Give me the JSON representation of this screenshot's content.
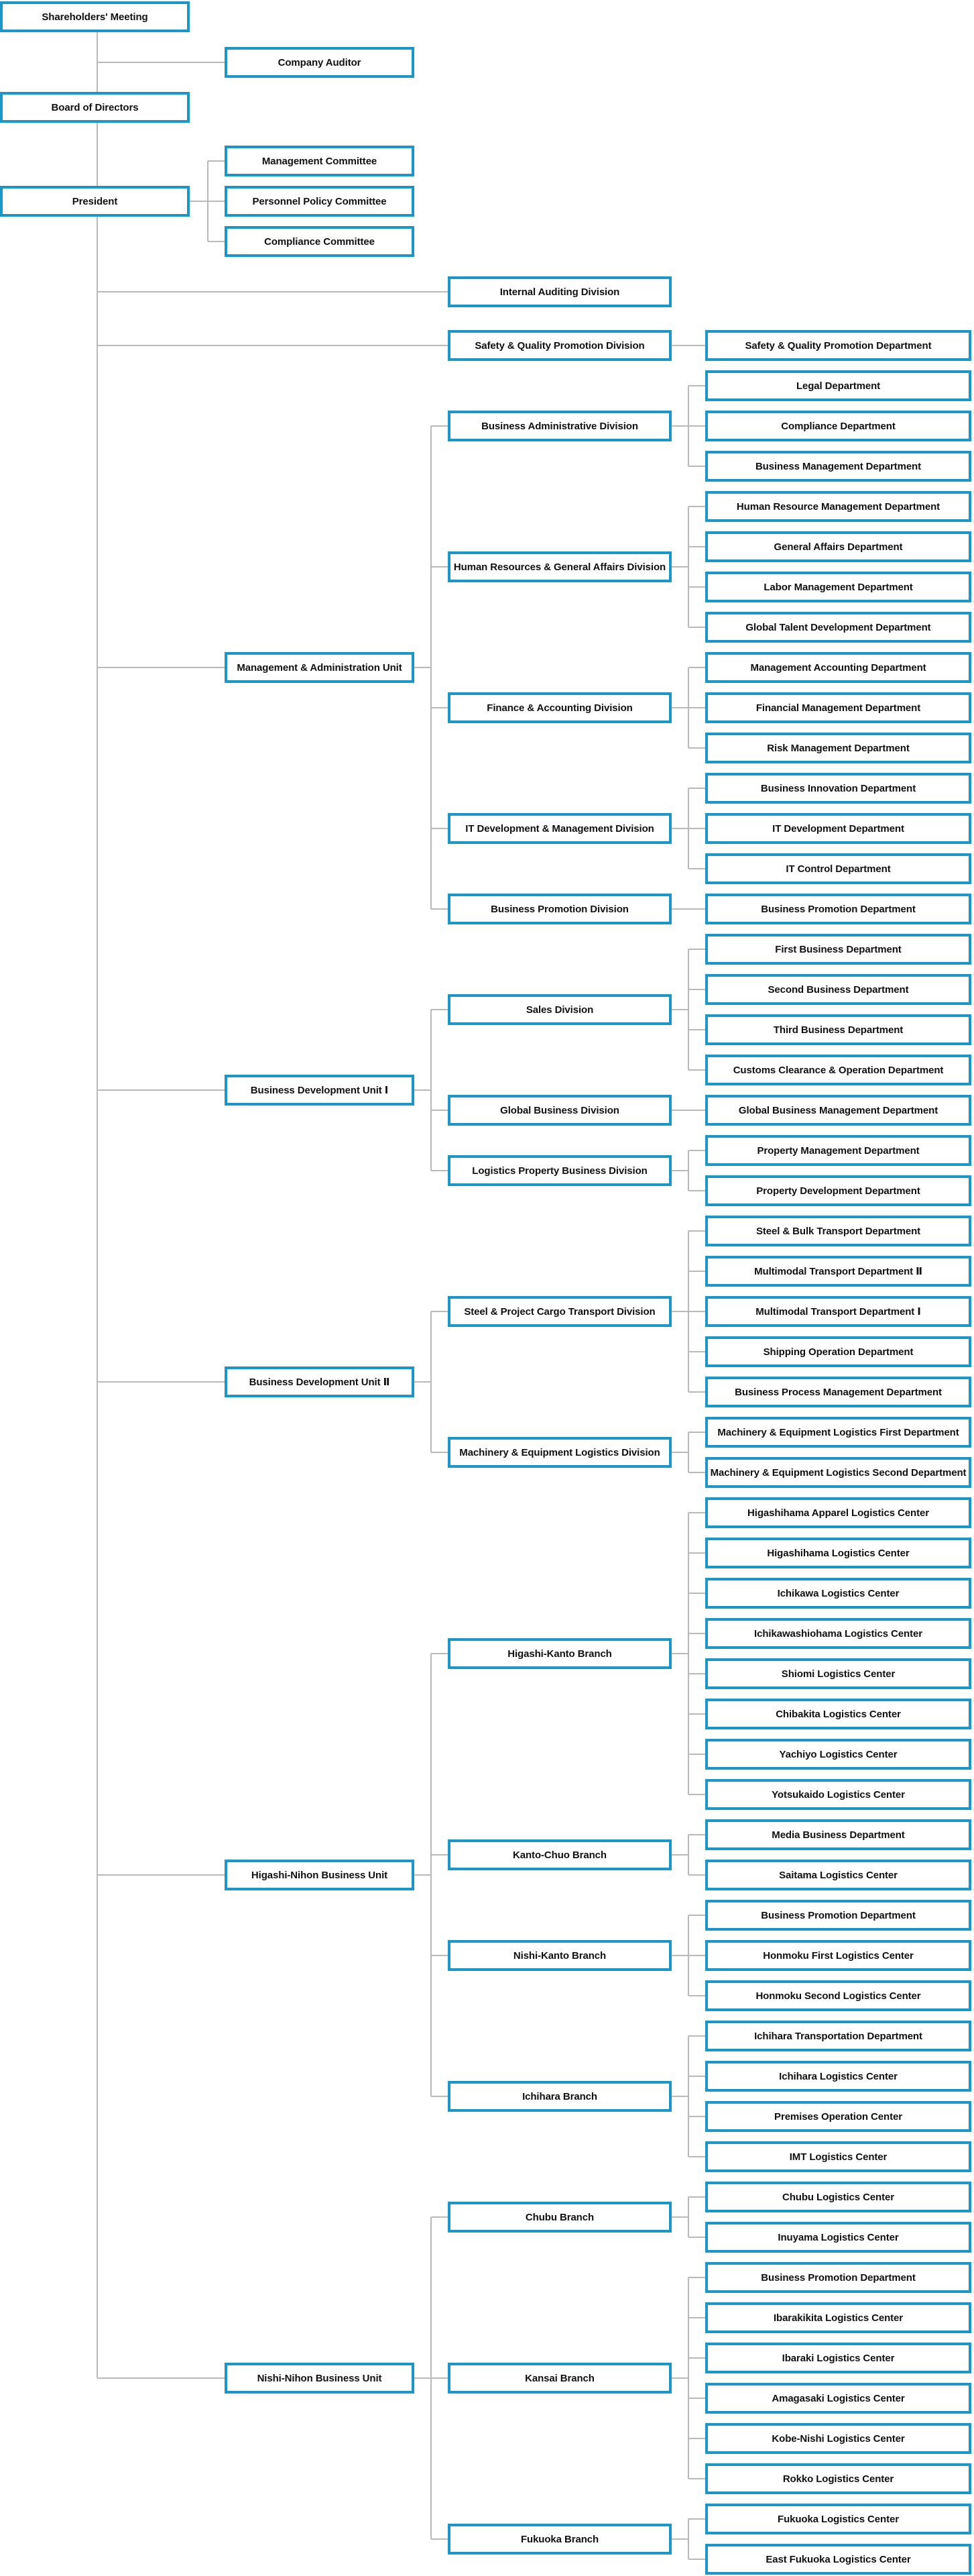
{
  "colors": {
    "box_border": "#1a96c9",
    "connector": "#b9b9b9",
    "text": "#111111"
  },
  "top": {
    "shareholders": "Shareholders' Meeting",
    "auditor": "Company Auditor",
    "board": "Board of Directors",
    "president": "President",
    "committees": [
      "Management Committee",
      "Personnel Policy Committee",
      "Compliance Committee"
    ]
  },
  "direct_divisions": {
    "internal_auditing": "Internal Auditing Division",
    "safety": {
      "name": "Safety & Quality Promotion Division",
      "departments": [
        "Safety & Quality Promotion Department"
      ]
    }
  },
  "units": [
    {
      "name": "Management & Administration Unit",
      "divisions": [
        {
          "name": "Business Administrative Division",
          "departments": [
            "Legal Department",
            "Compliance Department",
            "Business Management Department"
          ]
        },
        {
          "name": "Human Resources & General Affairs Division",
          "departments": [
            "Human Resource Management Department",
            "General Affairs Department",
            "Labor Management Department",
            "Global Talent Development Department"
          ]
        },
        {
          "name": "Finance & Accounting Division",
          "departments": [
            "Management Accounting Department",
            "Financial Management Department",
            "Risk Management Department"
          ]
        },
        {
          "name": "IT Development & Management Division",
          "departments": [
            "Business Innovation Department",
            "IT Development Department",
            "IT Control Department"
          ]
        },
        {
          "name": "Business Promotion Division",
          "departments": [
            "Business Promotion Department"
          ]
        }
      ]
    },
    {
      "name": "Business Development Unit Ⅰ",
      "divisions": [
        {
          "name": "Sales Division",
          "departments": [
            "First Business Department",
            "Second Business Department",
            "Third Business Department",
            "Customs Clearance & Operation Department"
          ]
        },
        {
          "name": "Global Business Division",
          "departments": [
            "Global Business Management Department"
          ]
        },
        {
          "name": "Logistics Property Business Division",
          "departments": [
            "Property Management Department",
            "Property Development Department"
          ]
        }
      ]
    },
    {
      "name": "Business Development Unit Ⅱ",
      "divisions": [
        {
          "name": "Steel & Project Cargo Transport Division",
          "departments": [
            "Steel & Bulk Transport Department",
            "Multimodal Transport Department Ⅱ",
            "Multimodal Transport Department Ⅰ",
            "Shipping Operation Department",
            "Business Process Management Department"
          ]
        },
        {
          "name": "Machinery & Equipment Logistics Division",
          "departments": [
            "Machinery & Equipment Logistics First Department",
            "Machinery & Equipment Logistics Second Department"
          ]
        }
      ]
    },
    {
      "name": "Higashi-Nihon Business Unit",
      "divisions": [
        {
          "name": "Higashi-Kanto Branch",
          "departments": [
            "Higashihama Apparel Logistics Center",
            "Higashihama Logistics Center",
            "Ichikawa Logistics Center",
            "Ichikawashiohama Logistics Center",
            "Shiomi Logistics Center",
            "Chibakita Logistics Center",
            "Yachiyo Logistics Center",
            "Yotsukaido Logistics Center"
          ]
        },
        {
          "name": "Kanto-Chuo Branch",
          "departments": [
            "Media Business Department",
            "Saitama Logistics Center"
          ]
        },
        {
          "name": "Nishi-Kanto Branch",
          "departments": [
            "Business Promotion Department",
            "Honmoku First Logistics Center",
            "Honmoku Second Logistics Center"
          ]
        },
        {
          "name": "Ichihara Branch",
          "departments": [
            "Ichihara Transportation Department",
            "Ichihara Logistics Center",
            "Premises Operation Center",
            "IMT Logistics Center"
          ]
        }
      ]
    },
    {
      "name": "Nishi-Nihon Business Unit",
      "divisions": [
        {
          "name": "Chubu Branch",
          "departments": [
            "Chubu Logistics Center",
            "Inuyama Logistics Center"
          ]
        },
        {
          "name": "Kansai Branch",
          "departments": [
            "Business Promotion Department",
            "Ibarakikita Logistics Center",
            "Ibaraki Logistics Center",
            "Amagasaki Logistics Center",
            "Kobe-Nishi Logistics Center",
            "Rokko Logistics Center"
          ]
        },
        {
          "name": "Fukuoka Branch",
          "departments": [
            "Fukuoka Logistics Center",
            "East Fukuoka Logistics Center"
          ]
        }
      ]
    }
  ]
}
